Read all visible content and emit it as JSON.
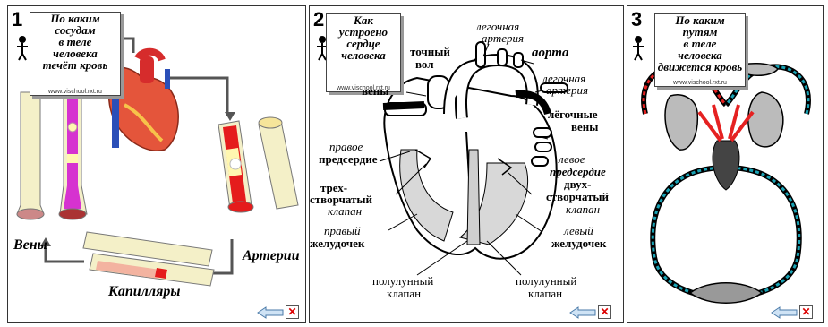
{
  "panels": [
    {
      "number": "1",
      "question": [
        "По каким",
        "сосудам",
        "в теле",
        "человека",
        "течёт кровь"
      ],
      "site": "www.vischool.rxt.ru",
      "labels": {
        "veins": "Вены",
        "arteries": "Артерии",
        "capillaries": "Капилляры"
      }
    },
    {
      "number": "2",
      "question": [
        "Как",
        "устроено",
        "сердце",
        "человека"
      ],
      "site": "www.vischool.rxt.ru",
      "labels": {
        "trunk_a": "точный",
        "trunk_b": "вол",
        "veins": "вены",
        "pulm_artery_top": [
          "легочная",
          "артерия"
        ],
        "aorta": "аорта",
        "pulm_artery_right": [
          "легочная",
          "артерия"
        ],
        "pulm_veins": [
          "лёгочные",
          "вены"
        ],
        "right_atrium": [
          "правое",
          "предсердие"
        ],
        "left_atrium": [
          "левое",
          "предсердие"
        ],
        "tricuspid": [
          "трех-",
          "створчатый",
          "клапан"
        ],
        "bicuspid": [
          "двух-",
          "створчатый",
          "клапан"
        ],
        "right_ventricle": [
          "правый",
          "желудочек"
        ],
        "left_ventricle": [
          "левый",
          "желудочек"
        ],
        "semilunar_left": [
          "полулунный",
          "клапан"
        ],
        "semilunar_right": [
          "полулунный",
          "клапан"
        ]
      }
    },
    {
      "number": "3",
      "question": [
        "По каким",
        "путям",
        "в теле",
        "человека",
        "движется кровь"
      ],
      "site": "www.vischool.rxt.ru"
    }
  ],
  "icons": {
    "back": "back-arrow-icon",
    "close": "close-icon",
    "person": "person-icon"
  },
  "colors": {
    "blood_red": "#d21f1f",
    "vein_blue": "#2b6cc4",
    "vessel_cream": "#f4f0c8",
    "capillary_teal": "#1aa3b5"
  }
}
